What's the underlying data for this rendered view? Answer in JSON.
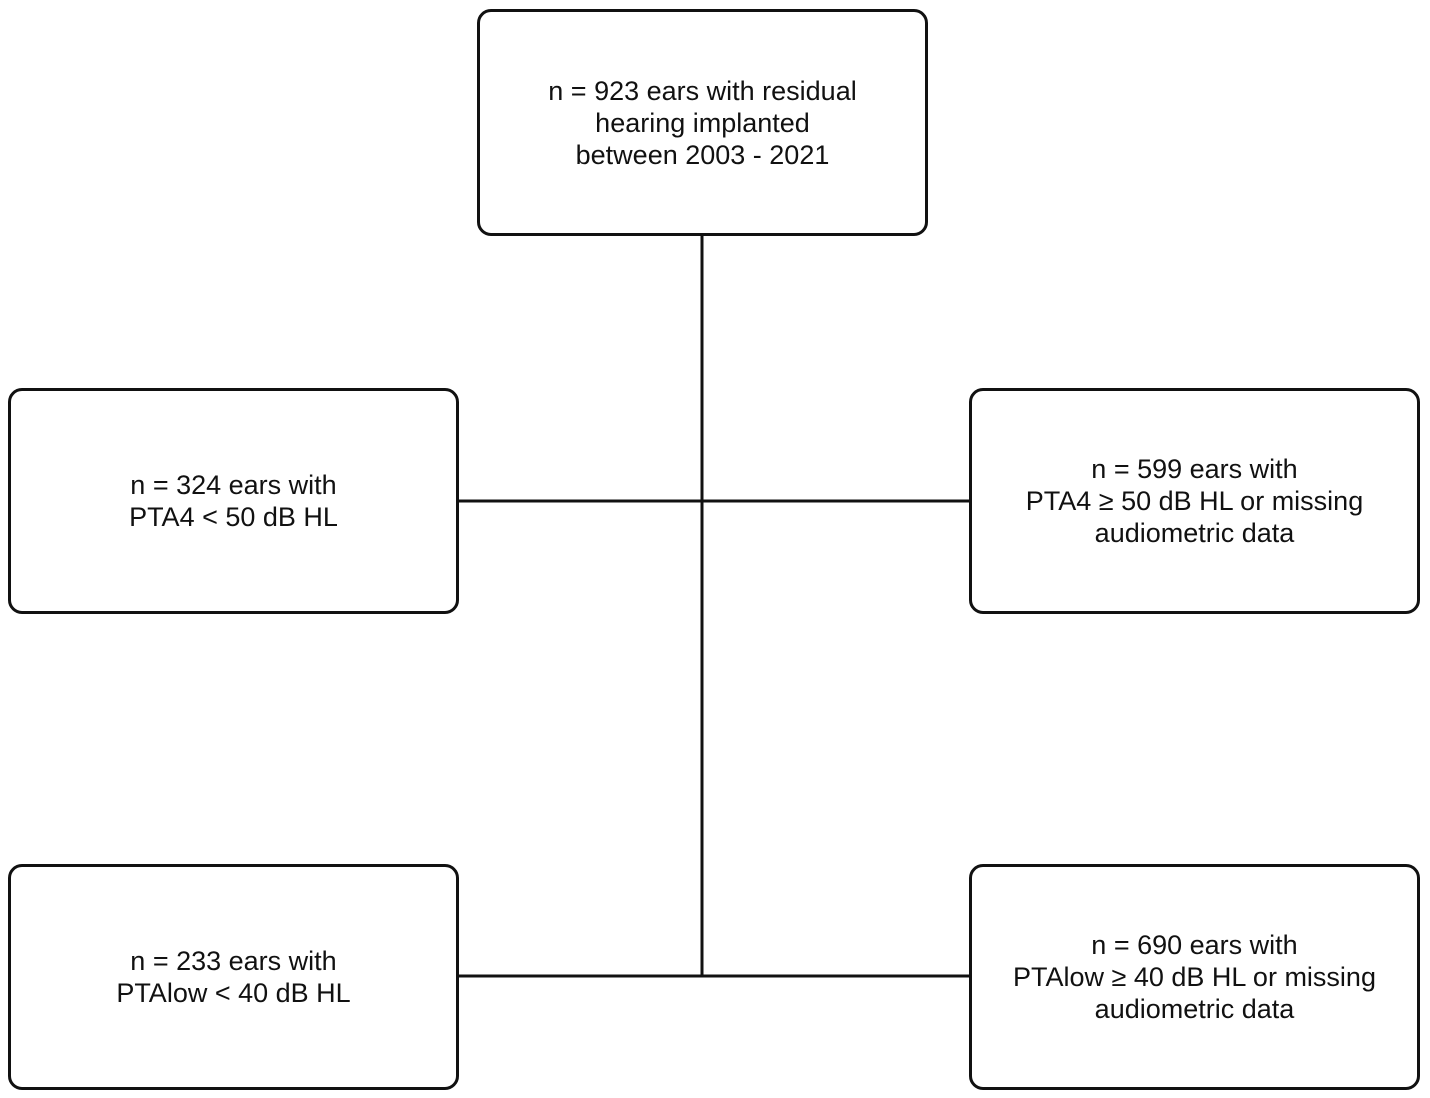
{
  "diagram": {
    "top": {
      "lines": [
        "n = 923 ears with residual",
        "hearing implanted",
        "between 2003 - 2021"
      ]
    },
    "mid_left": {
      "lines": [
        "n = 324 ears with",
        "PTA4 < 50 dB HL"
      ]
    },
    "mid_right": {
      "lines": [
        "n = 599 ears with",
        "PTA4 ≥ 50 dB HL or missing",
        "audiometric data"
      ]
    },
    "bottom_left": {
      "lines": [
        "n = 233 ears with",
        "PTAlow < 40 dB HL"
      ]
    },
    "bottom_right": {
      "lines": [
        "n = 690 ears with",
        "PTAlow ≥ 40 dB HL or missing",
        "audiometric data"
      ]
    }
  }
}
